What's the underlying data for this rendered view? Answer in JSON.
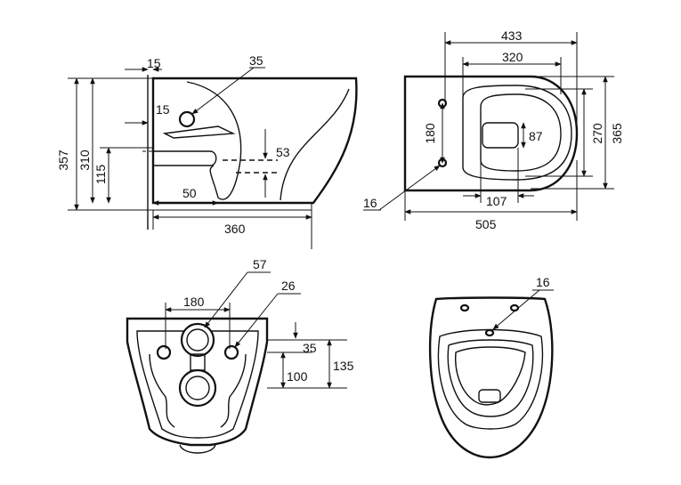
{
  "side_view": {
    "height_total": "357",
    "height_rim": "310",
    "height_outlet": "115",
    "wall_gap": "15",
    "inlet_offset": "15",
    "inlet_diameter": "35",
    "outlet_height": "53",
    "outlet_depth": "50",
    "length": "360"
  },
  "top_view": {
    "length_outer": "433",
    "bowl_length": "320",
    "bolt_spacing": "180",
    "drain_size": "87",
    "bowl_width": "270",
    "width": "365",
    "bolt_hole": "16",
    "drain_offset": "107",
    "length_total": "505"
  },
  "rear_view": {
    "outlet_diameter": "57",
    "bolt_diameter": "26",
    "bolt_spacing": "180",
    "inlet_offset": "35",
    "bolt_height": "100",
    "outlet_height": "135"
  },
  "front_view": {
    "hole_diameter": "16"
  }
}
